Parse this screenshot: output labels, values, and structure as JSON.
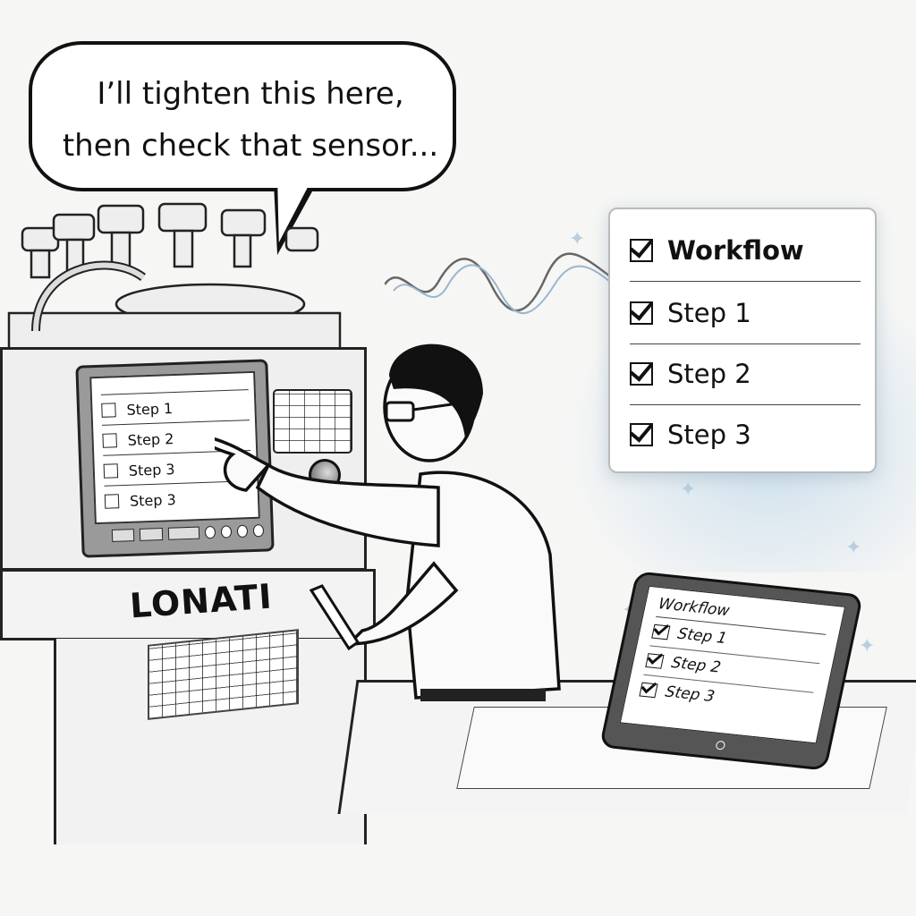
{
  "speech_bubble": {
    "line1": "I’ll tighten this here,",
    "line2": "then check that sensor..."
  },
  "machine": {
    "brand": "LONATI",
    "screen": {
      "rows": [
        {
          "label": "Step 1",
          "checked": false
        },
        {
          "label": "Step 2",
          "checked": false
        },
        {
          "label": "Step 3",
          "checked": false
        },
        {
          "label": "Step 3",
          "checked": false
        }
      ]
    }
  },
  "floating_checklist": {
    "title": "Workflow",
    "items": [
      {
        "label": "Step 1",
        "checked": true
      },
      {
        "label": "Step 2",
        "checked": true
      },
      {
        "label": "Step 3",
        "checked": true
      }
    ]
  },
  "tablet": {
    "title": "Workflow",
    "items": [
      {
        "label": "Step 1",
        "checked": true
      },
      {
        "label": "Step 2",
        "checked": true
      },
      {
        "label": "Step 3",
        "checked": true
      }
    ]
  },
  "colors": {
    "ink": "#111111",
    "paper": "#f6f6f5",
    "glow": "#aacde6"
  }
}
